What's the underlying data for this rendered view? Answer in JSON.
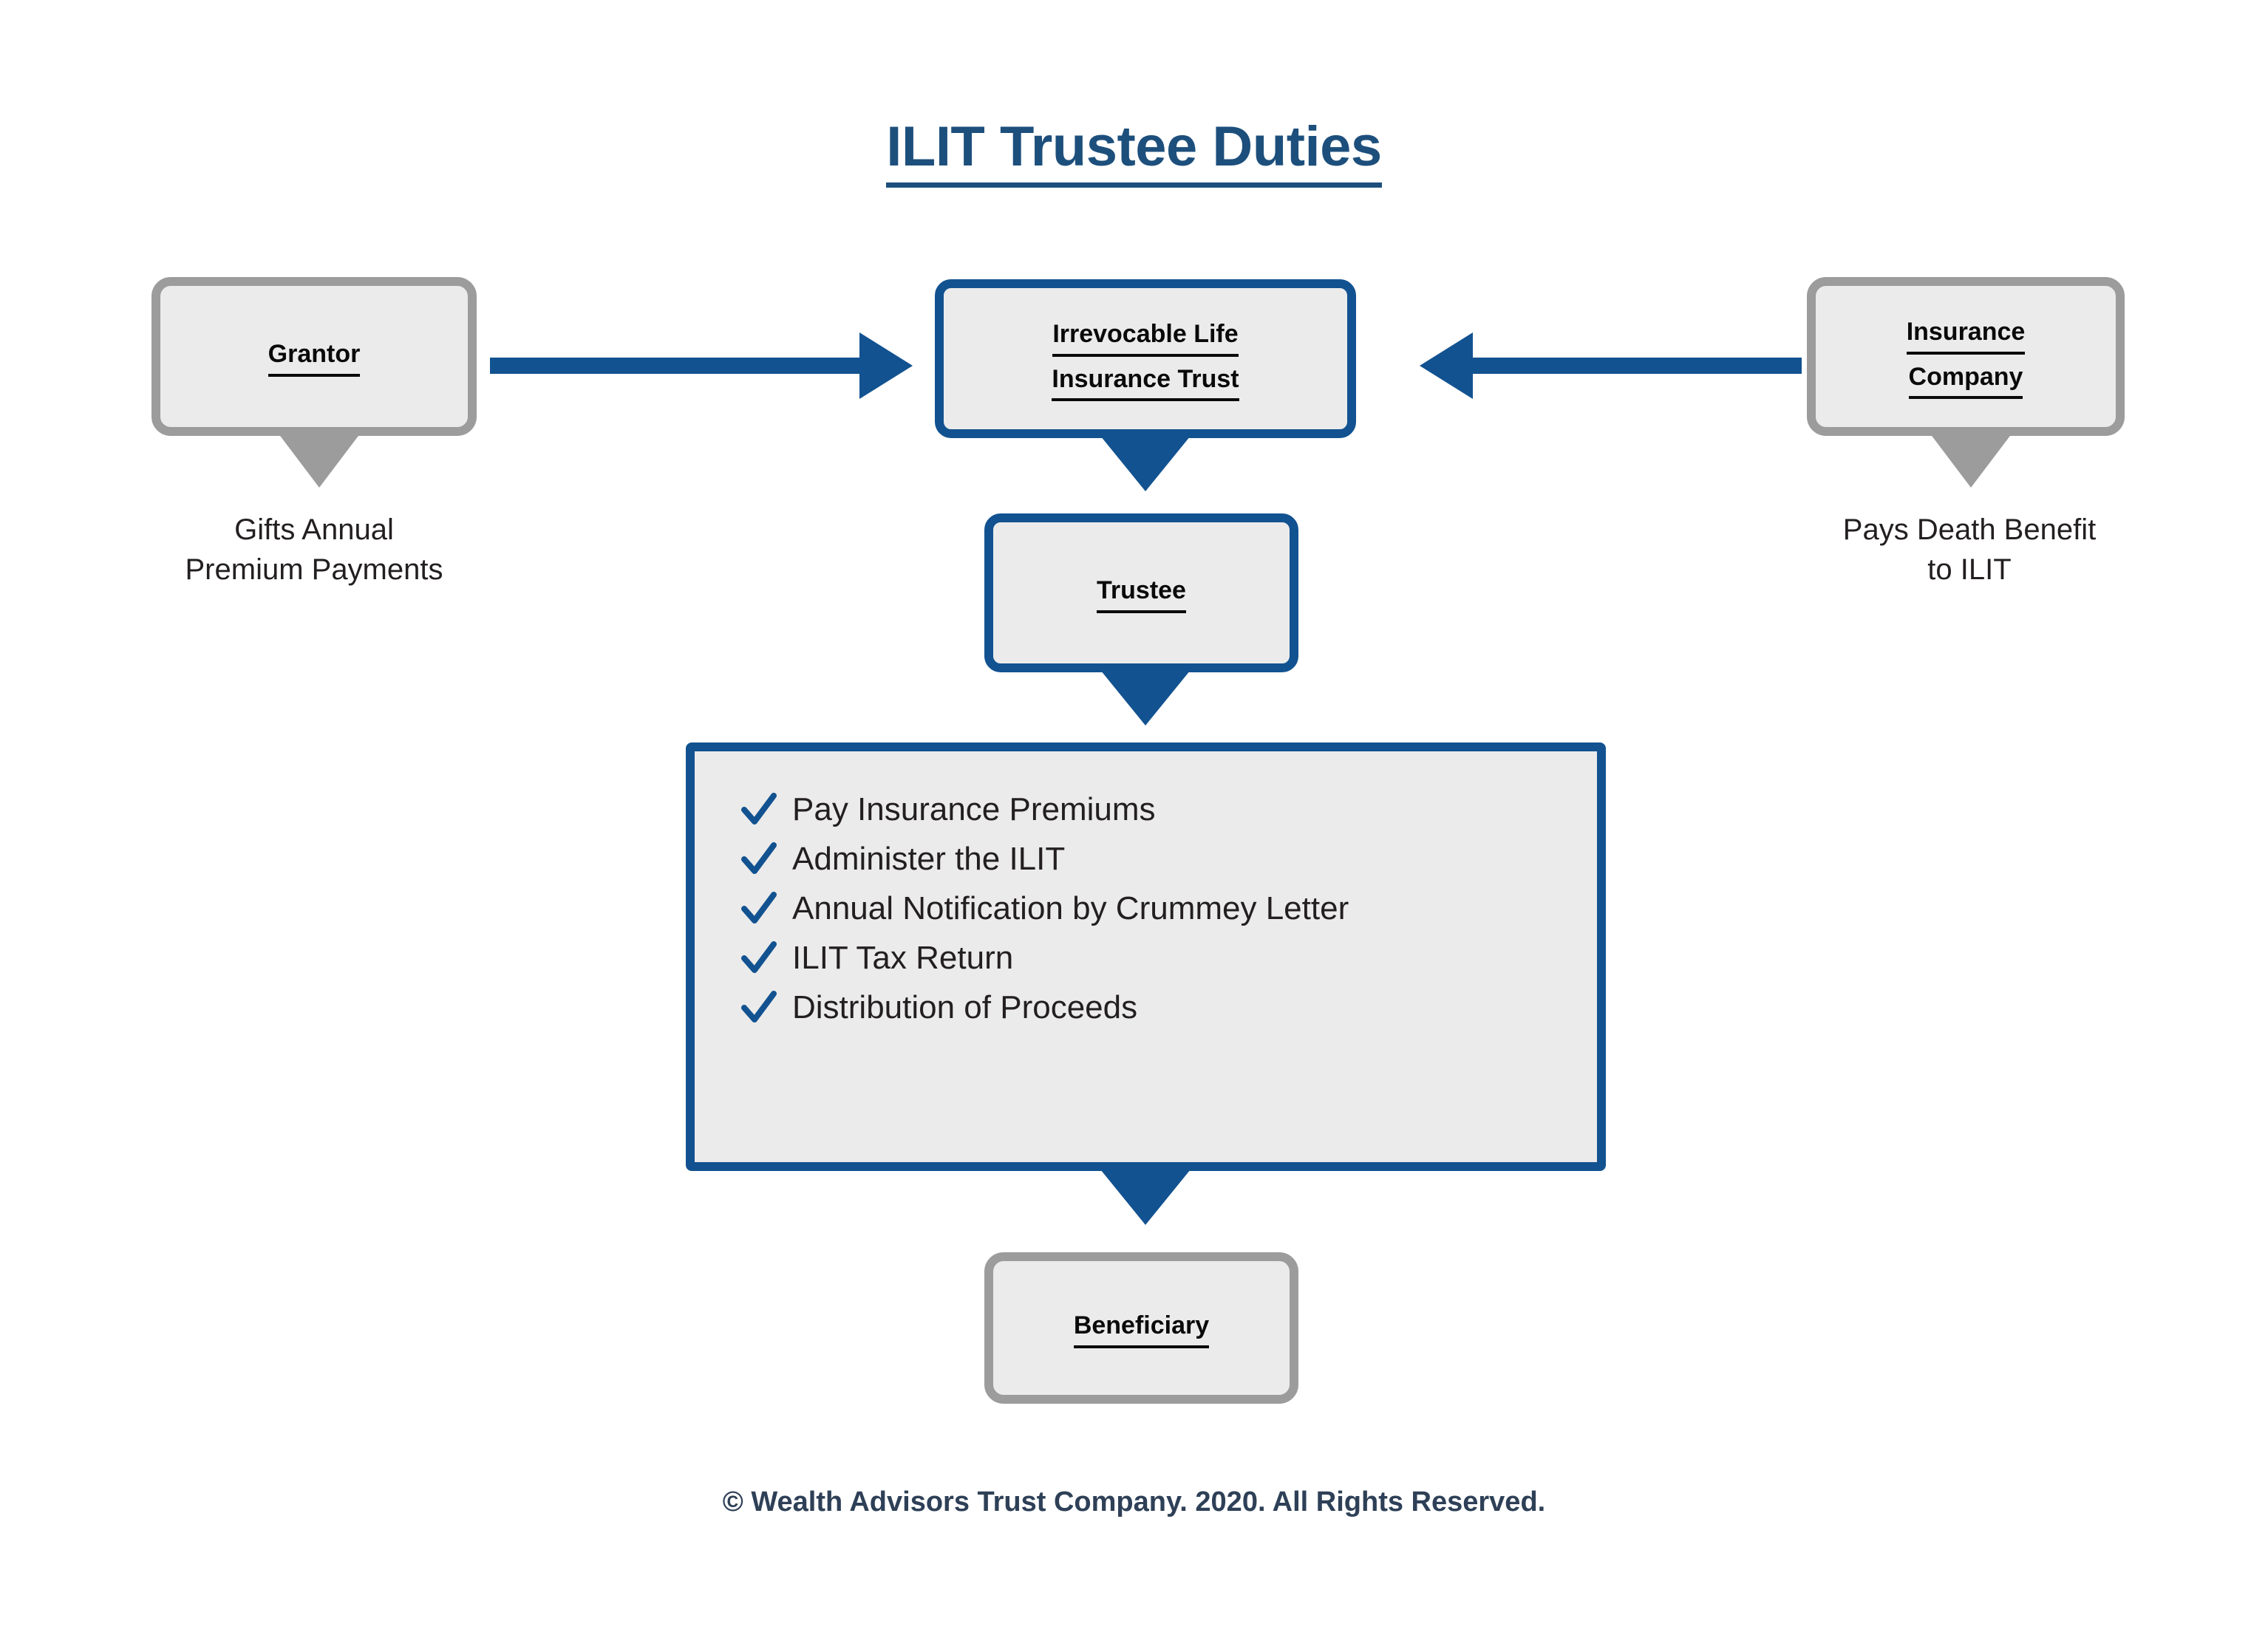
{
  "page": {
    "title": "ILIT Trustee Duties",
    "footer": "© Wealth Advisors Trust Company. 2020. All Rights Reserved."
  },
  "colors": {
    "accent_blue": "#125290",
    "title_blue": "#1d4f7c",
    "box_fill": "#ebebeb",
    "gray_border": "#9c9c9c",
    "text_dark": "#231f20",
    "footer_blue": "#2e4057"
  },
  "nodes": {
    "grantor": {
      "label": "Grantor",
      "caption_line1": "Gifts Annual",
      "caption_line2": "Premium Payments",
      "border": "gray"
    },
    "ilit": {
      "label_line1": "Irrevocable Life",
      "label_line2": "Insurance Trust",
      "border": "blue"
    },
    "insurance_company": {
      "label_line1": "Insurance",
      "label_line2": "Company",
      "caption_line1": "Pays Death Benefit",
      "caption_line2": "to ILIT",
      "border": "gray"
    },
    "trustee": {
      "label": "Trustee",
      "border": "blue"
    },
    "beneficiary": {
      "label": "Beneficiary",
      "border": "gray"
    }
  },
  "duties": {
    "items": [
      {
        "icon": "check-icon",
        "text": "Pay Insurance Premiums"
      },
      {
        "icon": "check-icon",
        "text": "Administer the ILIT"
      },
      {
        "icon": "check-icon",
        "text": "Annual Notification by Crummey Letter"
      },
      {
        "icon": "check-icon",
        "text": "ILIT Tax Return"
      },
      {
        "icon": "check-icon",
        "text": "Distribution of Proceeds"
      }
    ]
  },
  "arrows": {
    "grantor_to_ilit": {
      "direction": "right"
    },
    "insurance_to_ilit": {
      "direction": "left"
    }
  }
}
